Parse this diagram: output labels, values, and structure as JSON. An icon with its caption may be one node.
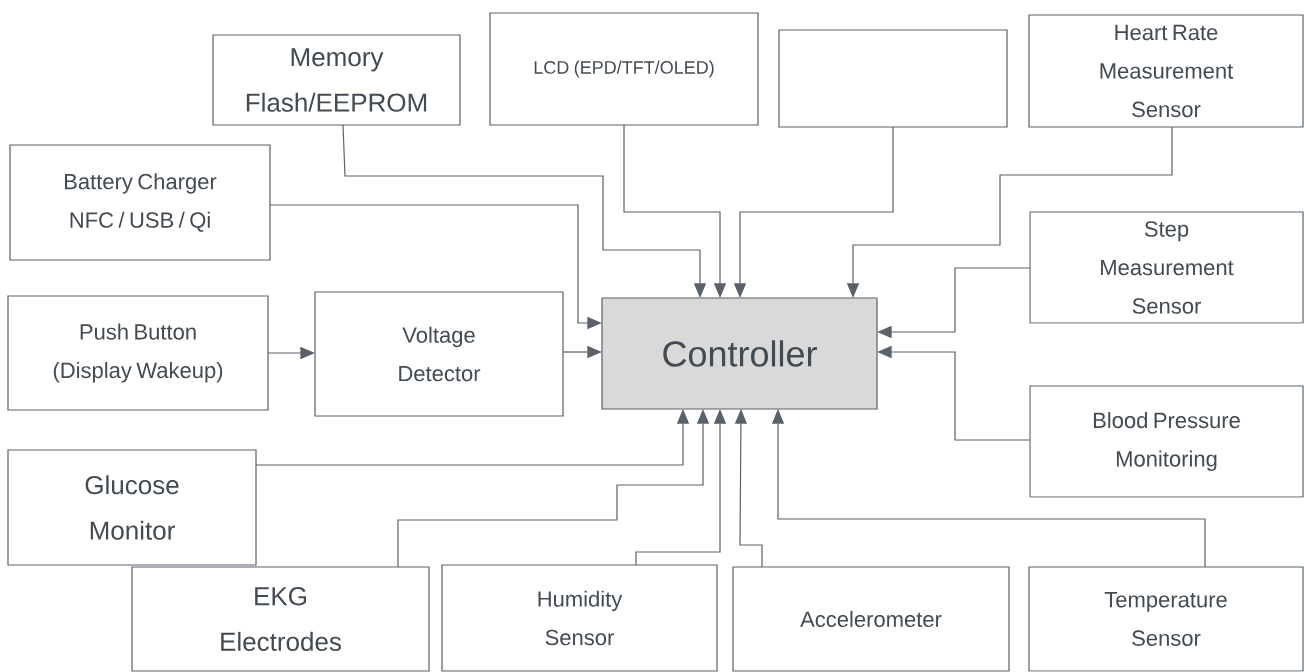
{
  "diagram": {
    "nodes": [
      {
        "text": [
          "Memory Flash/EEPROM"
        ]
      },
      {
        "text": [
          "LCD (EPD/TFT/OLED)"
        ]
      },
      {
        "text": [],
        "shape": "box"
      },
      {
        "text": [
          "Heart Rate Measurement Sensor"
        ]
      },
      {
        "text": [
          "Battery Charger NFC / USB / Qi"
        ]
      },
      {
        "text": [
          "Step Measurement Sensor"
        ]
      },
      {
        "text": [
          "Push Button (Display Wakeup)"
        ]
      },
      {
        "text": [
          "Voltage Detector"
        ]
      },
      {
        "text": [
          "Controller"
        ]
      },
      {
        "text": [
          "Blood Pressure Monitoring"
        ]
      },
      {
        "text": [
          "Glucose Monitor"
        ]
      },
      {
        "text": [
          "EKG Electrodes"
        ]
      },
      {
        "text": [
          "Humidity Sensor"
        ]
      },
      {
        "text": [
          "Accelerometer"
        ]
      },
      {
        "text": [
          "Temperature Sensor"
        ]
      }
    ],
    "edges": [
      {
        "from": 0,
        "to": 8,
        "arrow": "to"
      },
      {
        "from": 1,
        "to": 8,
        "arrow": "to"
      },
      {
        "from": 2,
        "to": 8,
        "arrow": "to"
      },
      {
        "from": 3,
        "to": 8,
        "arrow": "to"
      },
      {
        "from": 4,
        "to": 8,
        "arrow": "to"
      },
      {
        "from": 6,
        "to": 7,
        "arrow": "to"
      },
      {
        "from": 7,
        "to": 8,
        "arrow": "to"
      },
      {
        "from": 5,
        "to": 8,
        "arrow": "to"
      },
      {
        "from": 9,
        "to": 8,
        "arrow": "to"
      },
      {
        "from": 10,
        "to": 8,
        "arrow": "to"
      },
      {
        "from": 11,
        "to": 8,
        "arrow": "to"
      },
      {
        "from": 12,
        "to": 8,
        "arrow": "to"
      },
      {
        "from": 13,
        "to": 8,
        "arrow": "to"
      },
      {
        "from": 14,
        "to": 8,
        "arrow": "to"
      }
    ]
  }
}
